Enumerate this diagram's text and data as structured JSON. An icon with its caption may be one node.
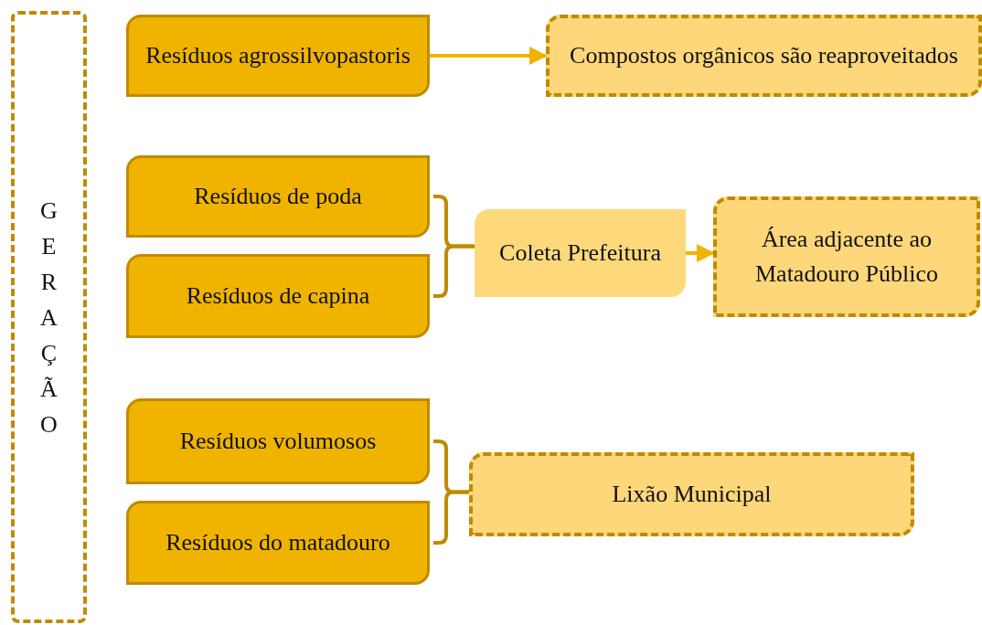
{
  "diagram": {
    "nodes": [
      {
        "text": [
          "GERAÇÃO"
        ]
      },
      {
        "text": [
          "Resíduos agrossilvopastoris"
        ]
      },
      {
        "text": [
          "Compostos orgânicos são reaproveitados"
        ]
      },
      {
        "text": [
          "Resíduos de poda"
        ]
      },
      {
        "text": [
          "Resíduos de capina"
        ]
      },
      {
        "text": [
          "Coleta Prefeitura"
        ]
      },
      {
        "text": [
          "Área adjacente ao Matadouro Público"
        ]
      },
      {
        "text": [
          "Resíduos volumosos"
        ]
      },
      {
        "text": [
          "Resíduos do matadouro"
        ]
      },
      {
        "text": [
          "Lixão Municipal"
        ]
      }
    ],
    "edges": [
      {
        "from": 1,
        "to": 2,
        "arrow": "to",
        "color": "#f0b400"
      },
      {
        "from": 3,
        "to": 5,
        "arrow": "none"
      },
      {
        "from": 4,
        "to": 5,
        "arrow": "none"
      },
      {
        "from": 5,
        "to": 6,
        "arrow": "to",
        "color": "#f0b400"
      },
      {
        "from": 7,
        "to": 9,
        "arrow": "none"
      },
      {
        "from": 8,
        "to": 9,
        "arrow": "none"
      }
    ]
  }
}
